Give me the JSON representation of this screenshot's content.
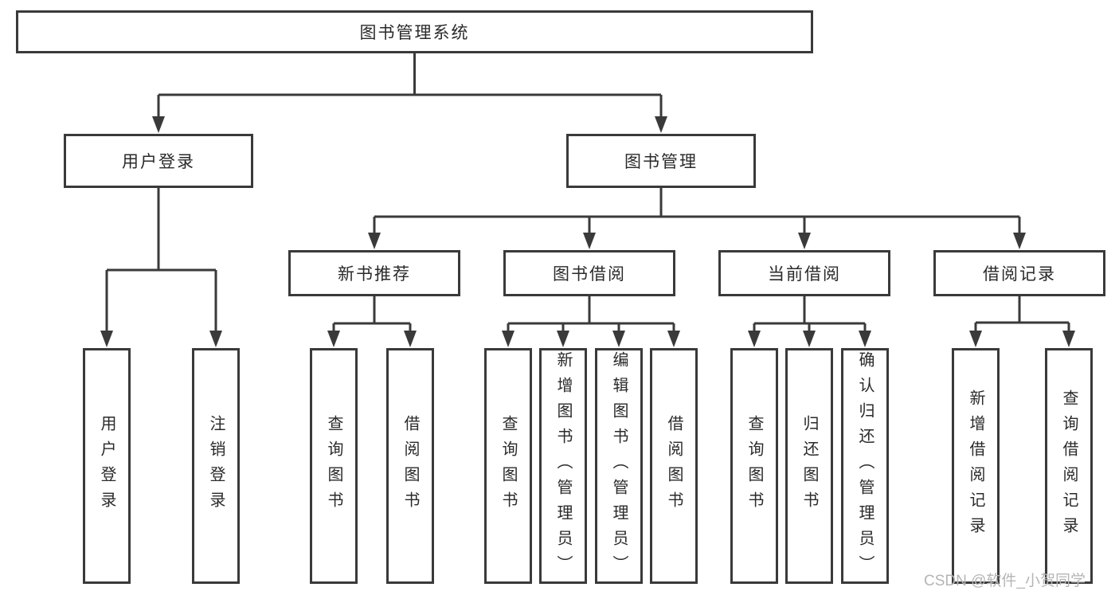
{
  "diagram": {
    "root": {
      "label": "图书管理系统",
      "children": [
        {
          "label": "用户登录",
          "children": [
            {
              "label": "用户登录"
            },
            {
              "label": "注销登录"
            }
          ]
        },
        {
          "label": "图书管理",
          "children": [
            {
              "label": "新书推荐",
              "children": [
                {
                  "label": "查询图书"
                },
                {
                  "label": "借阅图书"
                }
              ]
            },
            {
              "label": "图书借阅",
              "children": [
                {
                  "label": "查询图书"
                },
                {
                  "label": "新增图书（管理员）"
                },
                {
                  "label": "编辑图书（管理员）"
                },
                {
                  "label": "借阅图书"
                }
              ]
            },
            {
              "label": "当前借阅",
              "children": [
                {
                  "label": "查询图书"
                },
                {
                  "label": "归还图书"
                },
                {
                  "label": "确认归还（管理员）"
                }
              ]
            },
            {
              "label": "借阅记录",
              "children": [
                {
                  "label": "新增借阅记录"
                },
                {
                  "label": "查询借阅记录"
                }
              ]
            }
          ]
        }
      ]
    }
  },
  "watermark": "CSDN @软件_小贺同学",
  "colors": {
    "line": "#3a3a3a",
    "box_border": "#3a3a3a",
    "text": "#2a2a2a",
    "watermark": "#b5b5b5",
    "background": "#ffffff"
  }
}
